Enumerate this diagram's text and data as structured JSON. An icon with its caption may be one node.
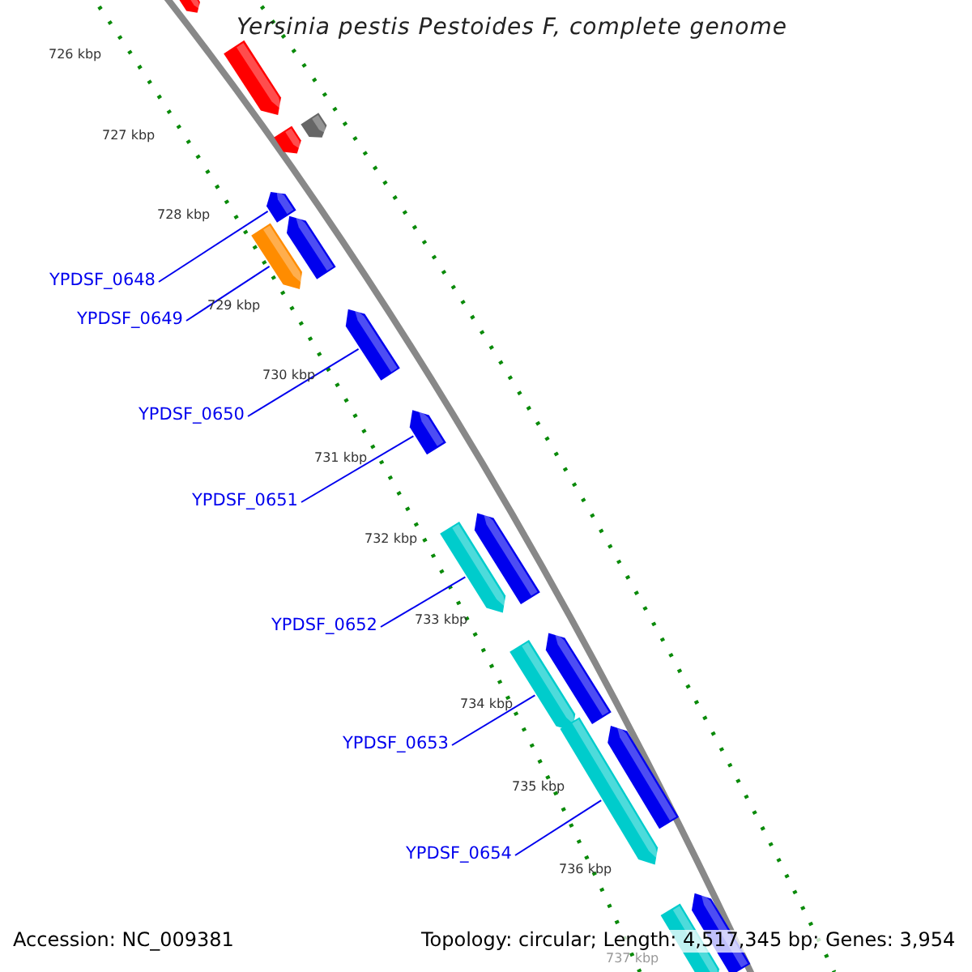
{
  "diagram": {
    "title": "Yersinia pestis Pestoides F, complete genome",
    "nodes": [
      {
        "text": [
          "YPDSF_0648"
        ]
      },
      {
        "text": [
          "YPDSF_0649"
        ]
      },
      {
        "text": [
          "YPDSF_0650"
        ]
      },
      {
        "text": [
          "YPDSF_0651"
        ]
      },
      {
        "text": [
          "YPDSF_0652"
        ]
      },
      {
        "text": [
          "YPDSF_0653"
        ]
      },
      {
        "text": [
          "YPDSF_0654"
        ]
      },
      {
        "text": [],
        "shape": "bar"
      },
      {
        "text": [],
        "shape": "bar"
      },
      {
        "text": [],
        "shape": "bar"
      },
      {
        "text": [],
        "shape": "bar"
      },
      {
        "text": [],
        "shape": "bar"
      },
      {
        "text": [],
        "shape": "bar"
      },
      {
        "text": [],
        "shape": "bar"
      },
      {
        "text": [],
        "shape": "bar"
      },
      {
        "text": [],
        "shape": "bar"
      },
      {
        "text": [],
        "shape": "bar"
      },
      {
        "text": [],
        "shape": "bar"
      },
      {
        "text": [],
        "shape": "bar"
      },
      {
        "text": [],
        "shape": "bar"
      },
      {
        "text": [],
        "shape": "bar"
      },
      {
        "text": [],
        "shape": "bar"
      },
      {
        "text": [],
        "shape": "bar"
      },
      {
        "text": [],
        "shape": "bar"
      }
    ],
    "edges": [
      {
        "from": 0,
        "to": 11,
        "arrow": "none"
      },
      {
        "from": 1,
        "to": 13,
        "arrow": "none"
      },
      {
        "from": 2,
        "to": 14,
        "arrow": "none"
      },
      {
        "from": 3,
        "to": 15,
        "arrow": "none"
      },
      {
        "from": 4,
        "to": 17,
        "arrow": "none"
      },
      {
        "from": 5,
        "to": 19,
        "arrow": "none"
      },
      {
        "from": 6,
        "to": 21,
        "arrow": "none"
      }
    ],
    "labels": [
      "726 kbp",
      "727 kbp",
      "728 kbp",
      "729 kbp",
      "730 kbp",
      "731 kbp",
      "732 kbp",
      "733 kbp",
      "734 kbp",
      "735 kbp",
      "736 kbp",
      "737 kbp",
      "Accession: NC_009381",
      "Topology: circular; Length: 4,517,345 bp; Genes: 3,954"
    ]
  }
}
